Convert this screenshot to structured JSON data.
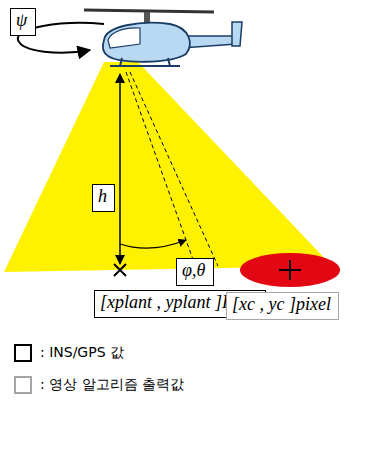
{
  "diagram": {
    "nodes": [
      {
        "text": [
          "ψ"
        ]
      },
      {
        "text": [
          "h"
        ]
      },
      {
        "text": [
          "φ,θ"
        ]
      },
      {
        "text": [
          "[xplant , yplant ]ENU"
        ]
      },
      {
        "text": [
          "[xc , yc ]pixel"
        ]
      }
    ],
    "legend": [
      {
        "text": ": INS/GPS 값",
        "color": "#000000"
      },
      {
        "text": ": 영상 알고리즘 출력값",
        "color": "#a6a6a6"
      }
    ]
  }
}
